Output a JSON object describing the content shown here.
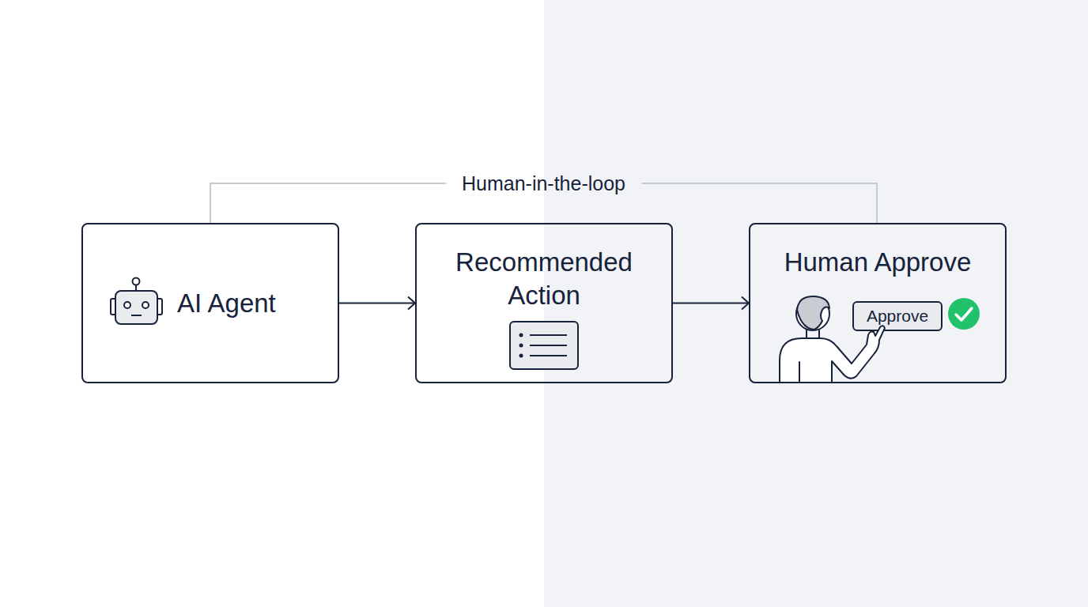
{
  "diagram": {
    "nodes": [
      {
        "text": [
          "AI Agent"
        ]
      },
      {
        "text": [
          "Recommended Action"
        ]
      },
      {
        "text": [
          "Human Approve"
        ]
      },
      {
        "text": [
          "Approve"
        ],
        "in": 2
      }
    ],
    "edges": [
      {
        "from": 0,
        "to": 1,
        "arrow": "to"
      },
      {
        "from": 1,
        "to": 2,
        "arrow": "to"
      },
      {
        "from": 0,
        "to": 2,
        "label": "Human-in-the-loop",
        "arrow": "none"
      }
    ]
  }
}
